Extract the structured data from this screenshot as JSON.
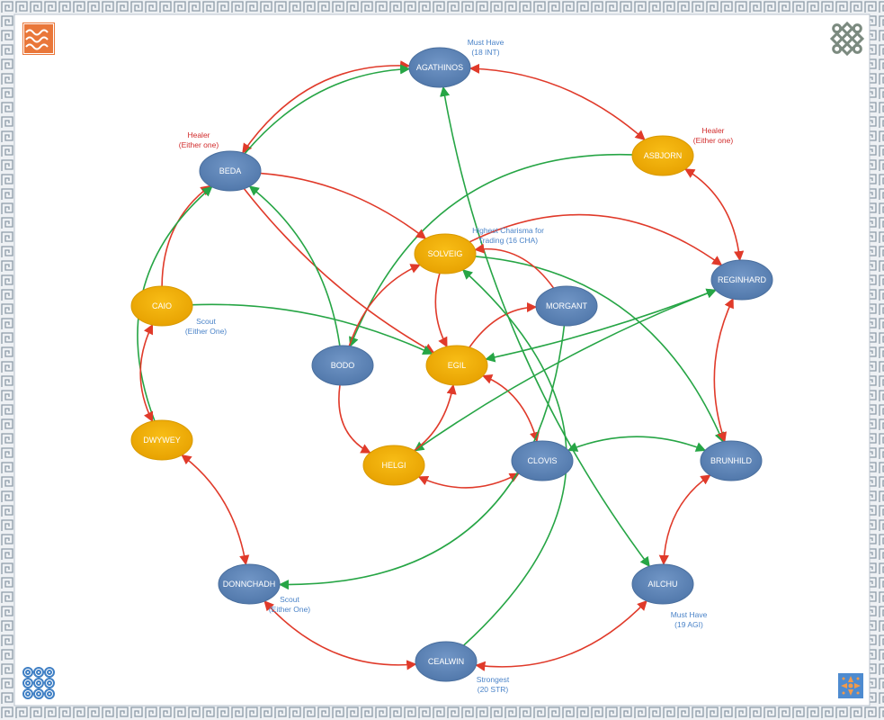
{
  "colors": {
    "border": "#c3ccd4",
    "border_pattern": "#8d9ba8",
    "blue_node": "#5f86b8",
    "gold_node": "#f0ad00",
    "red_edge": "#e03a2a",
    "green_edge": "#26a545",
    "blue_note": "#4a83c8",
    "red_note": "#d12b2b"
  },
  "nodes": [
    {
      "id": "agathinos",
      "label": "AGATHINOS",
      "style": "blue"
    },
    {
      "id": "asbjorn",
      "label": "ASBJORN",
      "style": "gold"
    },
    {
      "id": "beda",
      "label": "BEDA",
      "style": "blue"
    },
    {
      "id": "solveig",
      "label": "SOLVEIG",
      "style": "gold"
    },
    {
      "id": "reginhard",
      "label": "REGINHARD",
      "style": "blue"
    },
    {
      "id": "caio",
      "label": "CAIO",
      "style": "gold"
    },
    {
      "id": "morgant",
      "label": "MORGANT",
      "style": "blue"
    },
    {
      "id": "bodo",
      "label": "BODO",
      "style": "blue"
    },
    {
      "id": "egil",
      "label": "EGIL",
      "style": "gold"
    },
    {
      "id": "dwywey",
      "label": "DWYWEY",
      "style": "gold"
    },
    {
      "id": "helgi",
      "label": "HELGI",
      "style": "gold"
    },
    {
      "id": "clovis",
      "label": "CLOVIS",
      "style": "blue"
    },
    {
      "id": "brunhild",
      "label": "BRUNHILD",
      "style": "blue"
    },
    {
      "id": "donnchadh",
      "label": "DONNCHADH",
      "style": "blue"
    },
    {
      "id": "ailchu",
      "label": "AILCHU",
      "style": "blue"
    },
    {
      "id": "cealwin",
      "label": "CEALWIN",
      "style": "blue"
    }
  ],
  "annotations": [
    {
      "id": "note-agathinos",
      "color": "blue",
      "lines": [
        "Must Have",
        "(18 INT)"
      ]
    },
    {
      "id": "note-beda",
      "color": "red",
      "lines": [
        "Healer",
        "(Either one)"
      ]
    },
    {
      "id": "note-asbjorn",
      "color": "red",
      "lines": [
        "Healer",
        "(Either one)"
      ]
    },
    {
      "id": "note-solveig",
      "color": "blue",
      "lines": [
        "Highest Charisma for",
        "Trading (16 CHA)"
      ]
    },
    {
      "id": "note-caio",
      "color": "blue",
      "lines": [
        "Scout",
        "(Either One)"
      ]
    },
    {
      "id": "note-donnchadh",
      "color": "blue",
      "lines": [
        "Scout",
        "(Either One)"
      ]
    },
    {
      "id": "note-ailchu",
      "color": "blue",
      "lines": [
        "Must Have",
        "(19 AGI)"
      ]
    },
    {
      "id": "note-cealwin",
      "color": "blue",
      "lines": [
        "Strongest",
        "(20 STR)"
      ]
    }
  ],
  "edges": [
    {
      "from": "agathinos",
      "to": "beda",
      "color": "red",
      "directed": "both"
    },
    {
      "from": "beda",
      "to": "agathinos",
      "color": "green",
      "directed": "to"
    },
    {
      "from": "agathinos",
      "to": "asbjorn",
      "color": "red",
      "directed": "both"
    },
    {
      "from": "agathinos",
      "to": "ailchu",
      "color": "green",
      "directed": "both"
    },
    {
      "from": "asbjorn",
      "to": "reginhard",
      "color": "red",
      "directed": "both"
    },
    {
      "from": "asbjorn",
      "to": "bodo",
      "color": "green",
      "directed": "to"
    },
    {
      "from": "beda",
      "to": "solveig",
      "color": "red",
      "directed": "to"
    },
    {
      "from": "beda",
      "to": "egil",
      "color": "red",
      "directed": "to"
    },
    {
      "from": "caio",
      "to": "beda",
      "color": "red",
      "directed": "to"
    },
    {
      "from": "dwywey",
      "to": "beda",
      "color": "green",
      "directed": "to"
    },
    {
      "from": "bodo",
      "to": "beda",
      "color": "green",
      "directed": "to"
    },
    {
      "from": "caio",
      "to": "egil",
      "color": "green",
      "directed": "to"
    },
    {
      "from": "caio",
      "to": "dwywey",
      "color": "red",
      "directed": "both"
    },
    {
      "from": "solveig",
      "to": "reginhard",
      "color": "red",
      "directed": "to"
    },
    {
      "from": "solveig",
      "to": "brunhild",
      "color": "green",
      "directed": "to"
    },
    {
      "from": "solveig",
      "to": "egil",
      "color": "red",
      "directed": "to"
    },
    {
      "from": "morgant",
      "to": "solveig",
      "color": "red",
      "directed": "to"
    },
    {
      "from": "egil",
      "to": "morgant",
      "color": "red",
      "directed": "to"
    },
    {
      "from": "bodo",
      "to": "solveig",
      "color": "red",
      "directed": "to"
    },
    {
      "from": "cealwin",
      "to": "solveig",
      "color": "green",
      "directed": "to"
    },
    {
      "from": "egil",
      "to": "reginhard",
      "color": "green",
      "directed": "both"
    },
    {
      "from": "egil",
      "to": "clovis",
      "color": "red",
      "directed": "both"
    },
    {
      "from": "reginhard",
      "to": "helgi",
      "color": "green",
      "directed": "both"
    },
    {
      "from": "reginhard",
      "to": "brunhild",
      "color": "red",
      "directed": "both"
    },
    {
      "from": "bodo",
      "to": "helgi",
      "color": "red",
      "directed": "to"
    },
    {
      "from": "helgi",
      "to": "egil",
      "color": "red",
      "directed": "to"
    },
    {
      "from": "helgi",
      "to": "clovis",
      "color": "red",
      "directed": "both"
    },
    {
      "from": "brunhild",
      "to": "clovis",
      "color": "green",
      "directed": "both"
    },
    {
      "from": "brunhild",
      "to": "ailchu",
      "color": "red",
      "directed": "both"
    },
    {
      "from": "dwywey",
      "to": "donnchadh",
      "color": "red",
      "directed": "both"
    },
    {
      "from": "donnchadh",
      "to": "cealwin",
      "color": "red",
      "directed": "both"
    },
    {
      "from": "cealwin",
      "to": "ailchu",
      "color": "red",
      "directed": "both"
    },
    {
      "from": "morgant",
      "to": "donnchadh",
      "color": "green",
      "directed": "to"
    }
  ],
  "corner_icons": [
    {
      "name": "waves-icon",
      "label": "waves"
    },
    {
      "name": "endless-knot-icon",
      "label": "endless knot"
    },
    {
      "name": "spiral-pattern-icon",
      "label": "spirals"
    },
    {
      "name": "compass-pattern-icon",
      "label": "compass"
    }
  ]
}
